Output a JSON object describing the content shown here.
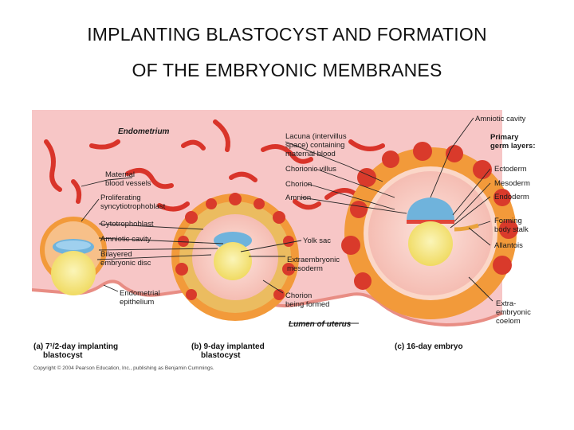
{
  "title": {
    "line1": "IMPLANTING BLASTOCYST AND FORMATION",
    "line2": "OF THE EMBRYONIC MEMBRANES"
  },
  "figure": {
    "labels": {
      "endometrium": "Endometrium",
      "maternal_vessels_1": "Maternal",
      "maternal_vessels_2": "blood vessels",
      "proliferating_1": "Proliferating",
      "proliferating_2": "syncytiotrophoblast",
      "cytotrophoblast": "Cytotrophoblast",
      "amniotic_cavity_a": "Amniotic cavity",
      "bilayered_1": "Bilayered",
      "bilayered_2": "embryonic disc",
      "endometrial_epi_1": "Endometrial",
      "endometrial_epi_2": "epithelium",
      "lacuna_1": "Lacuna (intervillus",
      "lacuna_2": "space) containing",
      "lacuna_3": "maternal blood",
      "chorionic_villus": "Chorionic villus",
      "chorion": "Chorion",
      "amnion": "Amnion",
      "yolk_sac": "Yolk sac",
      "extraembryonic_meso_1": "Extraembryonic",
      "extraembryonic_meso_2": "mesoderm",
      "chorion_forming_1": "Chorion",
      "chorion_forming_2": "being formed",
      "lumen": "Lumen of uterus",
      "amniotic_cavity_c": "Amniotic cavity",
      "primary_germ_1": "Primary",
      "primary_germ_2": "germ layers:",
      "ectoderm": "Ectoderm",
      "mesoderm": "Mesoderm",
      "endoderm": "Endoderm",
      "forming_stalk_1": "Forming",
      "forming_stalk_2": "body stalk",
      "allantois": "Allantois",
      "extra_coelom_1": "Extra-",
      "extra_coelom_2": "embryonic",
      "extra_coelom_3": "coelom"
    },
    "captions": {
      "a_line1": "(a) 7¹/2-day implanting",
      "a_line2": "blastocyst",
      "b_line1": "(b) 9-day implanted",
      "b_line2": "blastocyst",
      "c_line1": "(c) 16-day embryo"
    },
    "copyright": "Copyright © 2004 Pearson Education, Inc., publishing as Benjamin Cummings."
  },
  "colors": {
    "endometrium": "#f7c6c6",
    "tissue_orange": "#f29a3a",
    "tissue_red": "#d93a2b",
    "yolk": "#f6e98a",
    "amnion_blue": "#6fb3dc",
    "chorion_pink": "#f4b8b0"
  }
}
